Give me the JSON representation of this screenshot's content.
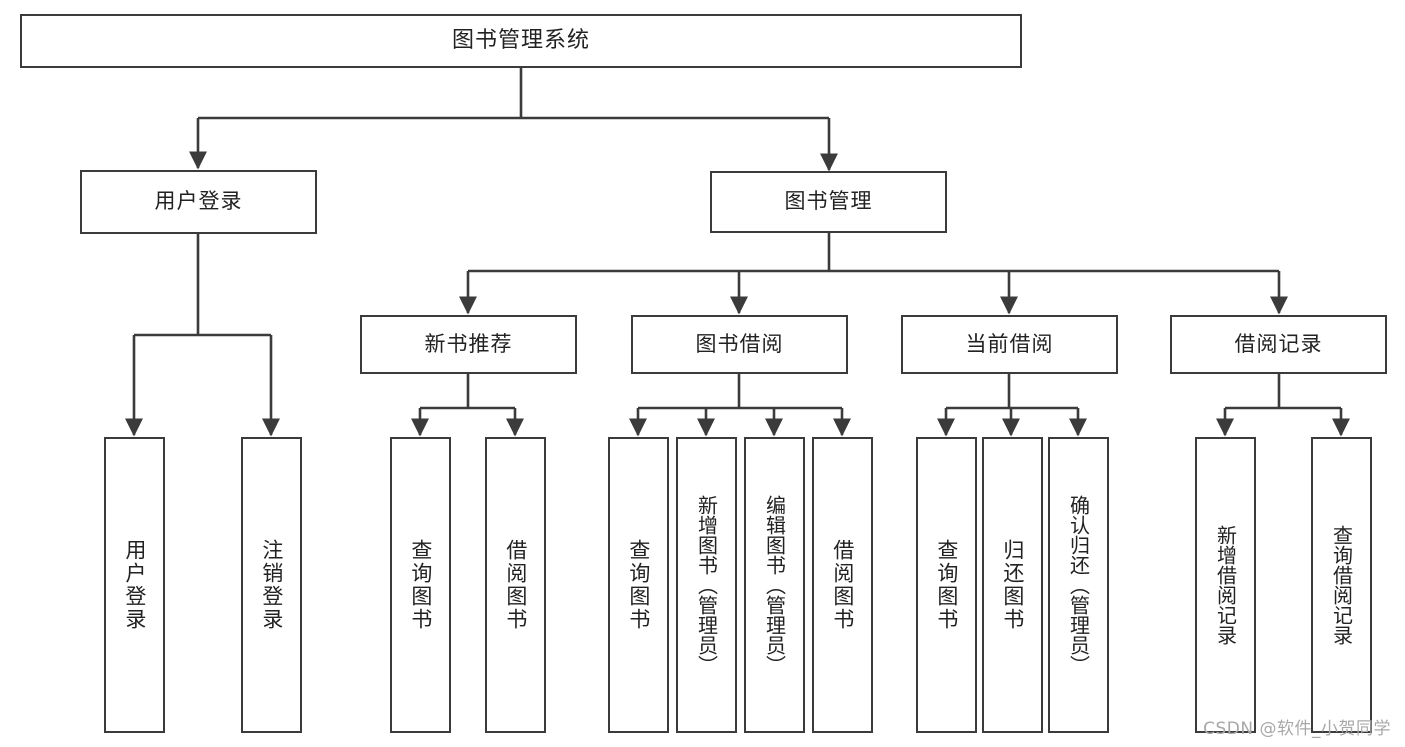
{
  "diagram": {
    "title": "图书管理系统",
    "type": "function-structure-tree",
    "colors": {
      "box_border": "#3b3b3b",
      "box_fill": "#ffffff",
      "edge": "#3b3b3b",
      "text": "#222222",
      "watermark": "#a8a8a8",
      "background": "#ffffff"
    },
    "watermark": "CSDN @软件_小贺同学",
    "levels": {
      "root": {
        "label": "图书管理系统"
      },
      "level2": [
        {
          "label": "用户登录"
        },
        {
          "label": "图书管理"
        }
      ],
      "level3": [
        {
          "label": "新书推荐"
        },
        {
          "label": "图书借阅"
        },
        {
          "label": "当前借阅"
        },
        {
          "label": "借阅记录"
        }
      ],
      "leaves": [
        {
          "label": "用户登录",
          "parent": "用户登录"
        },
        {
          "label": "注销登录",
          "parent": "用户登录"
        },
        {
          "label": "查询图书",
          "parent": "新书推荐"
        },
        {
          "label": "借阅图书",
          "parent": "新书推荐"
        },
        {
          "label": "查询图书",
          "parent": "图书借阅"
        },
        {
          "label": "新增图书（管理员）",
          "parent": "图书借阅"
        },
        {
          "label": "编辑图书（管理员）",
          "parent": "图书借阅"
        },
        {
          "label": "借阅图书",
          "parent": "图书借阅"
        },
        {
          "label": "查询图书",
          "parent": "当前借阅"
        },
        {
          "label": "归还图书",
          "parent": "当前借阅"
        },
        {
          "label": "确认归还（管理员）",
          "parent": "当前借阅"
        },
        {
          "label": "新增借阅记录",
          "parent": "借阅记录"
        },
        {
          "label": "查询借阅记录",
          "parent": "借阅记录"
        }
      ]
    }
  }
}
